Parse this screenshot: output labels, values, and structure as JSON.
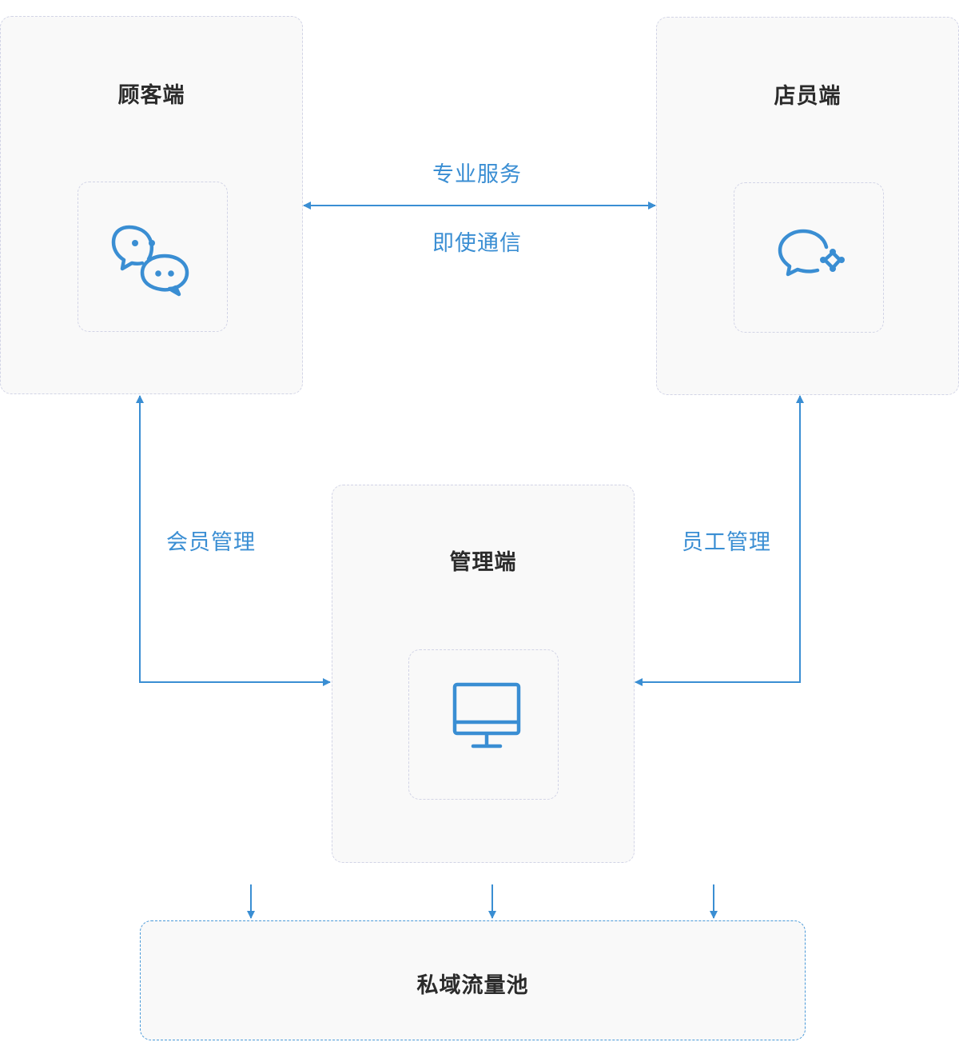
{
  "nodes": {
    "customer": {
      "title": "顾客端",
      "icon": "wechat-icon"
    },
    "staff": {
      "title": "店员端",
      "icon": "wecom-icon"
    },
    "admin": {
      "title": "管理端",
      "icon": "monitor-icon"
    },
    "pool": {
      "title": "私域流量池"
    }
  },
  "edges": {
    "professional_service": "专业服务",
    "instant_messaging": "即使通信",
    "member_management": "会员管理",
    "employee_management": "员工管理"
  },
  "colors": {
    "accent": "#3a8ed3",
    "card_bg": "#f9f9f9",
    "card_border": "#d2d4e6",
    "title_text": "#2b2b2b"
  }
}
